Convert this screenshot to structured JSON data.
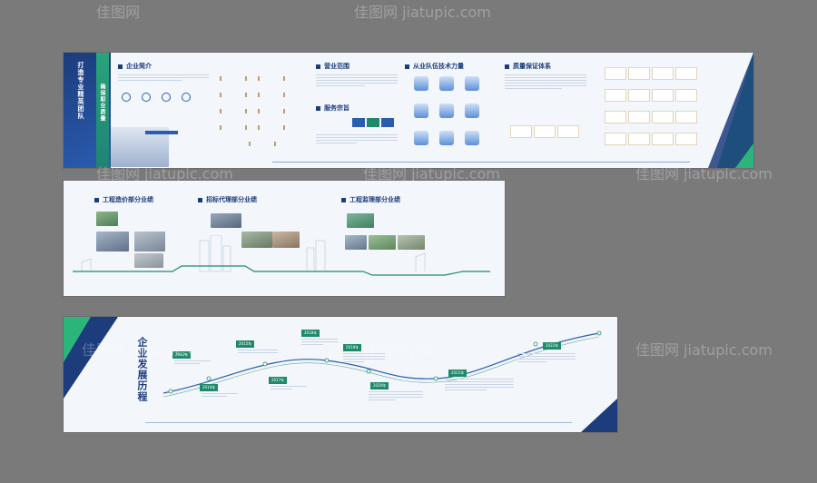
{
  "panel1": {
    "vertical_left": "打造专业精英团队",
    "vertical_right": "确保职业质量",
    "sections": [
      "企业简介",
      "营业范围",
      "服务宗旨",
      "从业队伍技术力量",
      "质量保证体系"
    ]
  },
  "panel2": {
    "sections": [
      "工程造价部分业绩",
      "招标代理部分业绩",
      "工程监理部分业绩"
    ]
  },
  "panel3": {
    "title": "企业发展历程",
    "years": [
      "2012年",
      "2014年",
      "2015年",
      "2017年",
      "2018年",
      "2019年",
      "2020年",
      "2021年",
      "2022年"
    ]
  },
  "watermark": {
    "brand": "佳图网",
    "url": "jiatupic.com"
  },
  "colors": {
    "navy": "#1c3c7c",
    "blue": "#2a5cb0",
    "green": "#1e8a6a",
    "accent": "#2bb57a"
  }
}
